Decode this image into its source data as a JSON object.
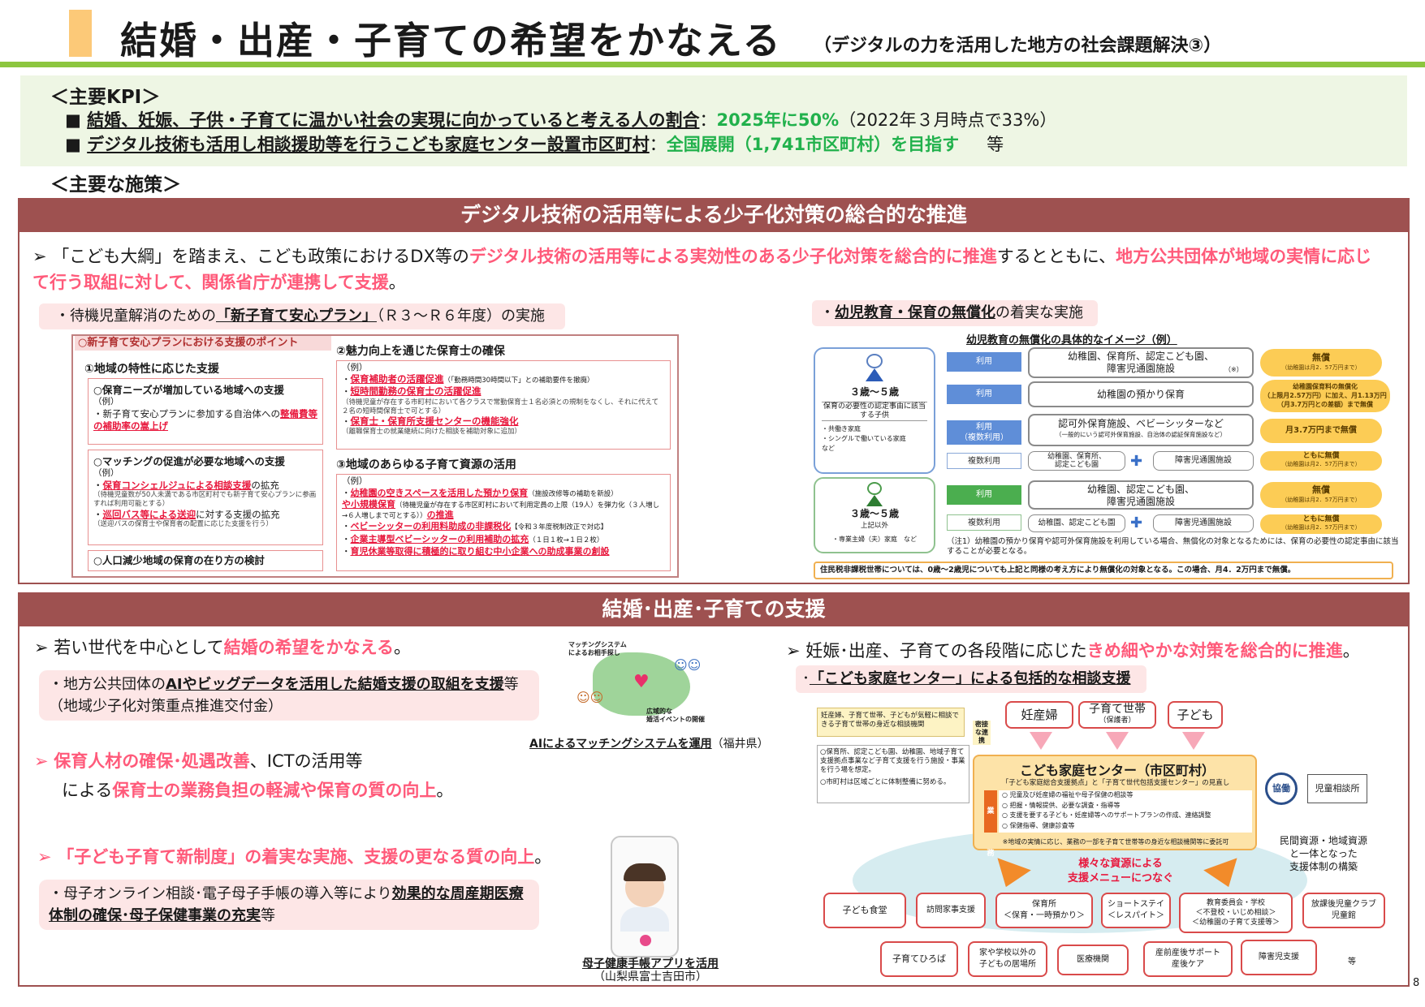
{
  "header": {
    "title": "結婚・出産・子育ての希望をかなえる",
    "subtitle": "（デジタルの力を活用した地方の社会課題解決③）"
  },
  "kpi": {
    "heading": "＜主要KPI＞",
    "item1_label": "結婚、妊娠、子供・子育てに温かい社会の実現に向かっていると考える人の割合",
    "item1_sep": "：",
    "item1_target": "2025年に50%",
    "item1_note": "（2022年３月時点で33%）",
    "item2_label": "デジタル技術も活用し相談援助等を行うこども家庭センター設置市区町村",
    "item2_sep": "：",
    "item2_target": "全国展開（1,741市区町村）を目指す",
    "item2_note": "等"
  },
  "measures_heading": "＜主要な施策＞",
  "sec1": {
    "bar": "デジタル技術の活用等による少子化対策の総合的な推進",
    "lead_a": "「こども大綱」を踏まえ、こども政策におけるDX等の",
    "lead_b": "デジタル技術の活用等による実効性のある少子化対策を総合的に推進",
    "lead_c": "するとともに、",
    "lead_d": "地方公共団体が地域の実情に応じて行う取組に対して、関係省庁が連携して支援",
    "lead_e": "。",
    "plan_a": "・待機児童解消のための",
    "plan_b": "「新子育て安心プラン」",
    "plan_c": "（Ｒ３～Ｒ６年度）の実施",
    "free_a": "・",
    "free_b": "幼児教育・保育の無償化",
    "free_c": "の着実な実施",
    "box_title": "○新子育て安心プランにおける支援のポイント",
    "p1": "①地域の特性に応じた支援",
    "p1a": "○保育ニーズが増加している地域への支援",
    "p1a_ex": "（例）",
    "p1a_t1": "・新子育て安心プランに参加する自治体への",
    "p1a_t2": "整備費等の補助率の嵩上げ",
    "p1b": "○マッチングの促進が必要な地域への支援",
    "p1b_ex": "（例）",
    "p1b_t1": "・",
    "p1b_t2": "保育コンシェルジュによる相談支援",
    "p1b_t3": "の拡充",
    "p1b_t4": "（待機児童数が50人未満である市区町村でも新子育て安心プランに参画すれば利用可能とする）",
    "p1b_t5": "・",
    "p1b_t6": "巡回バス等による送迎",
    "p1b_t7": "に対する支援の拡充",
    "p1b_t8": "（送迎バスの保育士や保育者の配置に応じた支援を行う）",
    "p1c": "○人口減少地域の保育の在り方の検討",
    "p2": "②魅力向上を通じた保育士の確保",
    "p2_ex": "（例）",
    "p2_t1": "・",
    "p2_t2": "保育補助者の活躍促進",
    "p2_t3": "（「勤務時間30時間以下」との補助要件を撤廃）",
    "p2_t4": "・",
    "p2_t5": "短時間勤務の保育士の活躍促進",
    "p2_t6": "（待機児童が存在する市町村において各クラスで常勤保育士１名必須との規制をなくし、それに代えて２名の短時間保育士で可とする）",
    "p2_t7": "・",
    "p2_t8": "保育士・保育所支援センターの機能強化",
    "p2_t9": "（離職保育士の就業継続に向けた相談を補助対象に追加）",
    "p3": "③地域のあらゆる子育て資源の活用",
    "p3_ex": "（例）",
    "p3_t1": "・",
    "p3_t2": "幼稚園の空きスペースを活用した預かり保育",
    "p3_t3": "（施設改修等の補助を新設）",
    "p3_t4": "や小規模保育",
    "p3_t5": "（待機児童が存在する市区町村において利用定員の上限（19人）を弾力化（３人増し→６人増しまで可とする））",
    "p3_t6": "の推進",
    "p3_t7": "・",
    "p3_t8": "ベビーシッターの利用料助成の非課税化",
    "p3_t9": "【令和３年度税制改正で対応】",
    "p3_t10": "・",
    "p3_t11": "企業主導型ベビーシッターの利用補助の拡充",
    "p3_t12": "（１日１枚→１日２枚）",
    "p3_t13": "・",
    "p3_t14": "育児休業等取得に積極的に取り組む中小企業への助成事業の創設",
    "fig_title": "幼児教育の無償化の具体的なイメージ（例）",
    "age1": "３歳～５歳",
    "age1_sub": "保育の必要性の認定事由に該当する子供",
    "age1_note": "・共働き家庭\n・シングルで働いている家庭\nなど",
    "age2": "３歳～５歳",
    "age2_sub": "上記以外",
    "age2_note": "・専業主婦（夫）家庭　など",
    "use": "利用",
    "use_multi": "利用\n（複数利用）",
    "multi": "複数利用",
    "r1": "幼稚園、保育所、認定こども園、\n障害児通園施設",
    "r1n": "（※）",
    "r1g": "無償",
    "r1gs": "（幼稚園は月2．57万円まで）",
    "r2": "幼稚園の預かり保育",
    "r2g": "幼稚園保育料の無償化\n（上限月2.57万円）に加え、月1.13万円\n（月3.7万円との差額）まで無償",
    "r3": "認可外保育施設、ベビーシッターなど",
    "r3s": "（一般的にいう認可外保育施設、自治体の認証保育施設など）",
    "r3g": "月3.7万円まで無償",
    "r4a": "幼稚園、保育所、\n認定こども園",
    "r4b": "障害児通園施設",
    "r4g": "ともに無償",
    "r4gs": "（幼稚園は月2．57万円まで）",
    "r5": "幼稚園、認定こども園、\n障害児通園施設",
    "r5g": "無償",
    "r5gs": "（幼稚園は月2．57万円まで）",
    "r6a": "幼稚園、認定こども園",
    "r6b": "障害児通園施設",
    "r6g": "ともに無償",
    "r6gs": "（幼稚園は月2．57万円まで）",
    "fig_note": "（注1）幼稚園の預かり保育や認可外保育施設を利用している場合、無償化の対象となるためには、保育の必要性の認定事由に該当することが必要となる。",
    "fig_foot": "住民税非課税世帯については、0歳～2歳児についても上記と同様の考え方により無償化の対象となる。この場合、月4．2万円まで無償。"
  },
  "sec2": {
    "bar": "結婚･出産･子育ての支援",
    "l1_a": "若い世代を中心として",
    "l1_b": "結婚の希望をかなえる",
    "l1_c": "。",
    "l1_box_a": "・地方公共団体の",
    "l1_box_b": "AIやビッグデータを活用した結婚支援の取組を支援",
    "l1_box_c": "等（地域少子化対策重点推進交付金）",
    "ai_cap": "AIによるマッチングシステムを運用",
    "ai_cap2": "（福井県）",
    "ai_lbl1": "マッチングシステム\nによるお相手探し",
    "ai_lbl2": "広域的な\n婚活イベントの開催",
    "l2_a": "保育人材の確保･処遇改善",
    "l2_b": "、ICTの活用等",
    "l2_c": "による",
    "l2_d": "保育士の業務負担の軽減や保育の質の向上",
    "l2_e": "。",
    "l3_a": "「子ども子育て新制度」の着実な実施、支援の更なる質の向上",
    "l3_b": "。",
    "l3_box_a": "・母子オンライン相談･電子母子手帳の導入等により",
    "l3_box_b": "効果的な周産期医療体制の確保･母子保健事業の充実",
    "l3_box_c": "等",
    "app_cap": "母子健康手帳アプリを活用",
    "app_cap2": "（山梨県富士吉田市）",
    "r1_a": "妊娠･出産、子育ての各段階に応じた",
    "r1_b": "きめ細やかな対策を総合的に推進",
    "r1_c": "。",
    "r_box_a": "･",
    "r_box_b": "「こども家庭センター」による包括的な相談支援",
    "top_note": "妊産婦、子育て世帯、子どもが気軽に相談できる子育て世帯の身近な相談機関",
    "tag_pregnant": "妊産婦",
    "tag_parent": "子育て世帯",
    "tag_parent_sub": "（保護者）",
    "tag_child": "子ども",
    "seamless": "密接な連携",
    "left_note1": "○保育所、認定こども園、幼稚園、地域子育て支援拠点事業など子育て支援を行う施設・事業を行う場を想定。",
    "left_note2": "○市町村は区域ごとに体制整備に努める。",
    "center_title": "こども家庭センター（市区町村）",
    "center_sub": "「子ども家庭総合支援拠点」と「子育て世代包括支援センター」の見直し",
    "duties_label": "業務",
    "d1": "○ 児童及び妊産婦の福祉や母子保健の相談等",
    "d2": "○ 把握・情報提供、必要な調査・指導等",
    "d3": "○ 支援を要する子ども・妊産婦等へのサポートプランの作成、連絡調整",
    "d4": "○ 保健指導、健康診査等",
    "center_foot": "※地域の実情に応じ、業務の一部を子育て世帯等の身近な相談機関等に委託可",
    "cooperate": "協働",
    "consult": "児童相談所",
    "private": "民間資源・地域資源\nと一体となった\n支援体制の構築",
    "res_a": "様々な資源による",
    "res_b": "支援メニューにつなぐ",
    "n1": "子ども食堂",
    "n2": "訪問家事支援",
    "n3": "保育所\n＜保育・一時預かり＞",
    "n4": "ショートステイ\n＜レスパイト＞",
    "n5": "教育委員会・学校\n＜不登校・いじめ相談＞\n＜幼稚園の子育て支援等＞",
    "n6": "放課後児童クラブ\n児童館",
    "n7": "子育てひろば",
    "n8": "家や学校以外の\n子どもの居場所",
    "n9": "医療機関",
    "n10": "産前産後サポート\n産後ケア",
    "n11": "障害児支援",
    "n12": "等"
  },
  "page_number": "8"
}
